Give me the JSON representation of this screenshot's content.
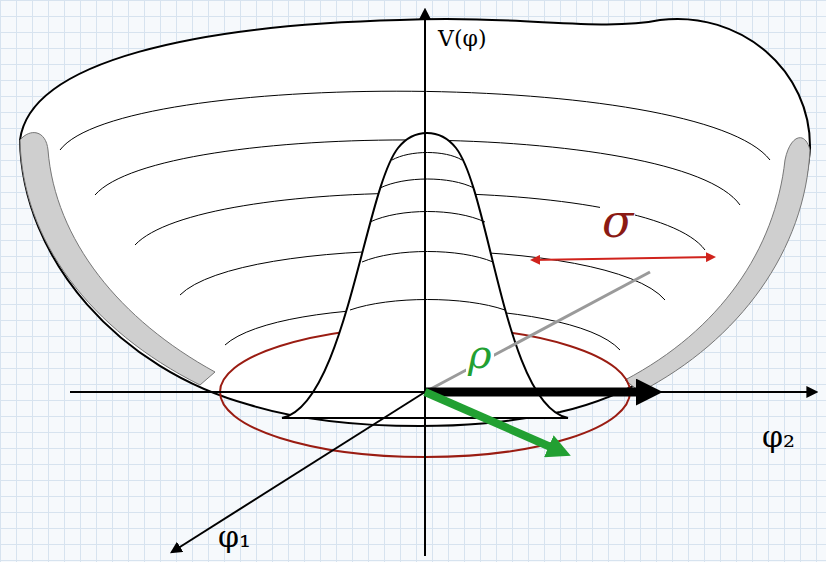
{
  "diagram": {
    "labels": [
      "V(φ)",
      "σ",
      "ρ",
      "φ₂",
      "φ₁"
    ]
  }
}
